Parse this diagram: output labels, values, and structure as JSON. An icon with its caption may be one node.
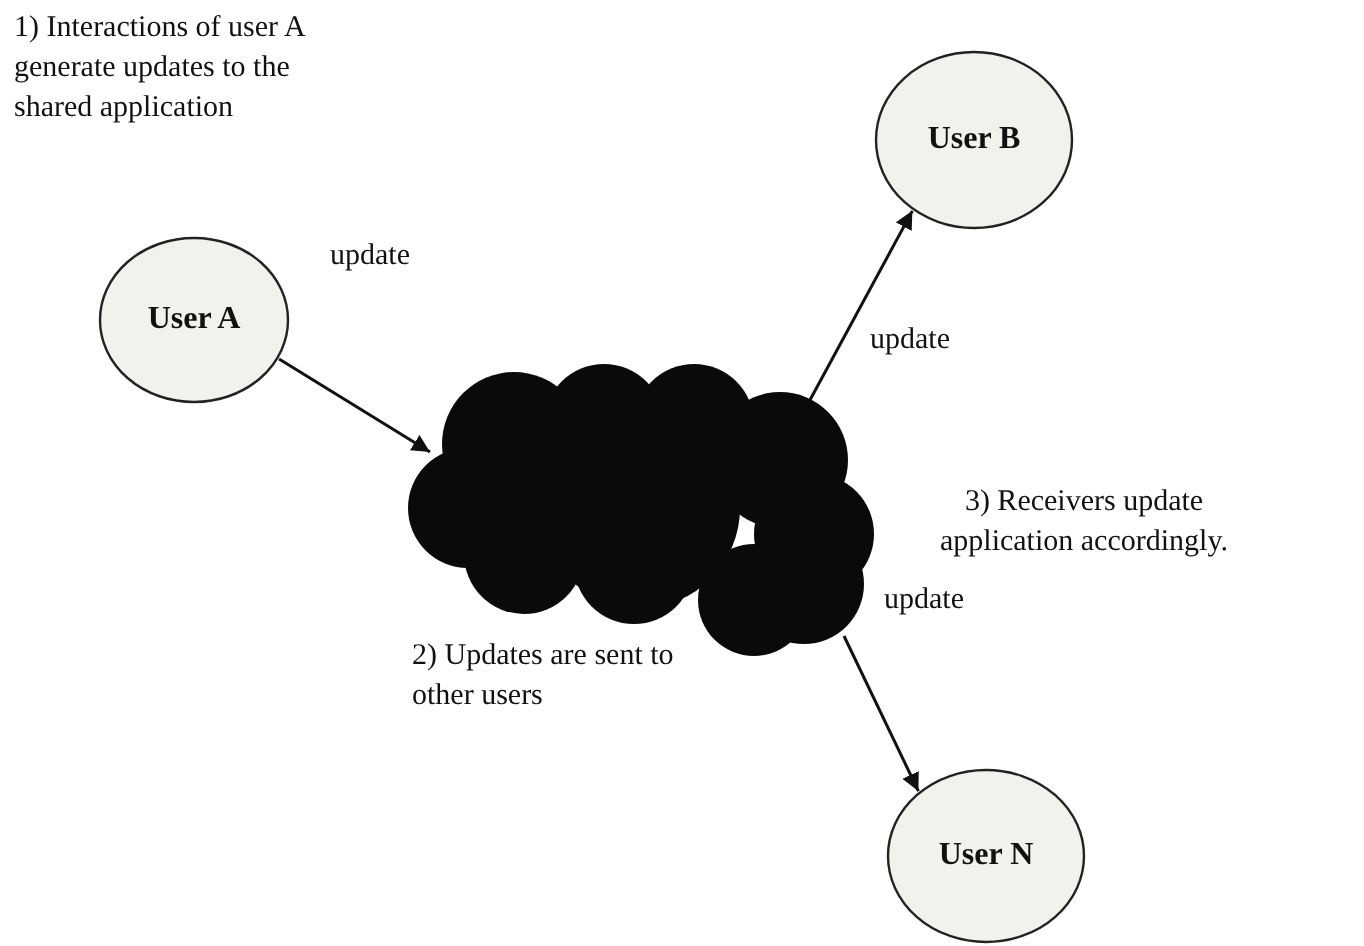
{
  "diagram": {
    "nodes": [
      {
        "text": [
          "User A"
        ]
      },
      {
        "text": [],
        "shape": "cloud"
      },
      {
        "text": [
          "User B"
        ]
      },
      {
        "text": [
          "User N"
        ]
      }
    ],
    "edges": [
      {
        "from": 0,
        "to": 1,
        "arrow": "to",
        "label": "update"
      },
      {
        "from": 1,
        "to": 2,
        "arrow": "to",
        "label": "update"
      },
      {
        "from": 1,
        "to": 3,
        "arrow": "to",
        "label": "update"
      }
    ],
    "labels": [
      "1) Interactions of user A generate updates to the shared application",
      "2) Updates are sent to other users",
      "3) Receivers update application accordingly."
    ]
  }
}
